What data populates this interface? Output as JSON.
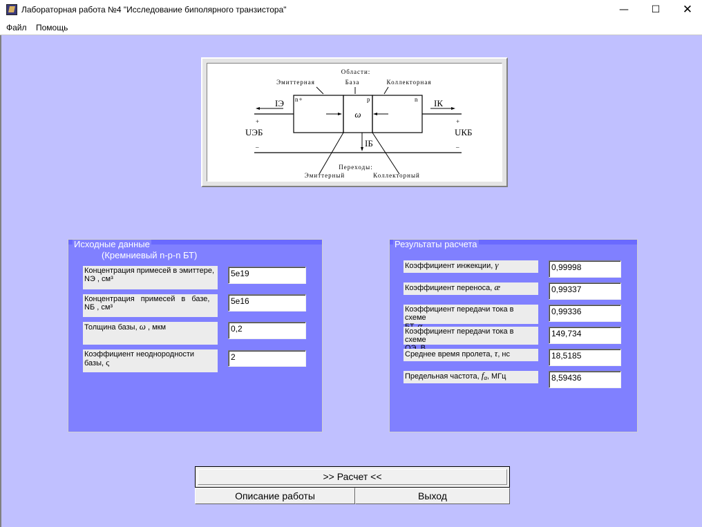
{
  "window": {
    "title": "Лабораторная работа №4 \"Исследование биполярного транзистора\"",
    "minimize": "—",
    "maximize": "☐",
    "close": "✕"
  },
  "menu": [
    "Файл",
    "Помощь"
  ],
  "diagram": {
    "regions_title": "Области:",
    "emitter_region": "Эмиттерная",
    "base_region": "База",
    "collector_region": "Коллекторная",
    "n_plus": "n+",
    "p": "p",
    "n": "n",
    "w": "ω",
    "ie": "IЭ",
    "ik": "IК",
    "ib": "IБ",
    "ueb": "UЭБ",
    "ukb": "UКБ",
    "plus": "+",
    "minus": "–",
    "junctions_title": "Переходы:",
    "emitter_junction": "Эмиттерный",
    "collector_junction": "Коллекторный"
  },
  "inputs": {
    "title": "Исходные данные",
    "subtitle": "(Кремниевый n-p-n БТ)",
    "emitter_label": "Концентрация примесей в эмиттере,",
    "emitter_unit": "NЭ , см³",
    "emitter_value": "5e19",
    "base_label": "Концентрация примесей в базе,",
    "base_unit": "NБ , см³",
    "base_value": "5e16",
    "width_label": "Толщина базы,",
    "width_symbol": "ω",
    "width_unit": ", мкм",
    "width_value": "0,2",
    "nonuniform_label": "Коэффициент неоднородности",
    "nonuniform_label2": "базы,",
    "nonuniform_symbol": "ς",
    "nonuniform_value": "2"
  },
  "results": {
    "title": "Результаты расчета",
    "injection_label": "Коэффициент инжекции,",
    "injection_symbol": "γ",
    "injection_value": "0,99998",
    "transfer_label": "Коэффициент переноса,",
    "transfer_symbol": "æ",
    "transfer_value": "0,99337",
    "alpha_label": "Коэффициент передачи тока в схеме",
    "alpha_label2": "БТ,",
    "alpha_symbol": "α",
    "alpha_value": "0,99336",
    "beta_label": "Коэффициент передачи тока в схеме",
    "beta_label2": "ОЭ, B",
    "beta_value": "149,734",
    "time_label": "Среднее время пролета,",
    "time_symbol": "τ",
    "time_unit": ", нс",
    "time_value": "18,5185",
    "freq_label": "Предельная частота,",
    "freq_symbol": "f",
    "freq_sub": "α",
    "freq_unit": ", МГц",
    "freq_value": "8,59436"
  },
  "buttons": {
    "calc": ">> Расчет <<",
    "description": "Описание работы",
    "exit": "Выход"
  }
}
